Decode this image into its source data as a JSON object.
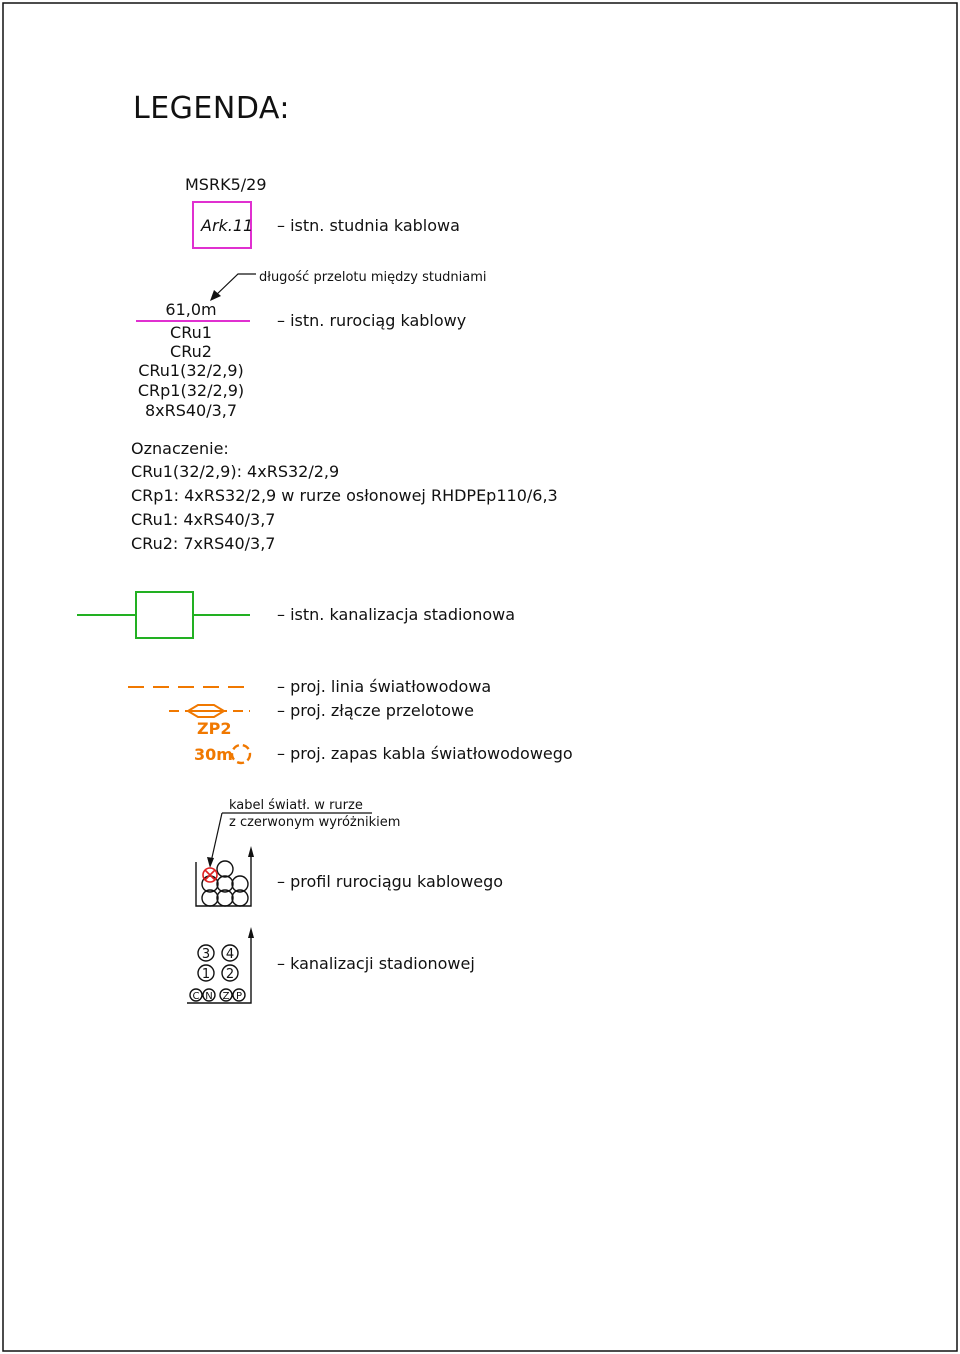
{
  "title": "LEGENDA:",
  "colors": {
    "magenta": "#e030d0",
    "green": "#22b022",
    "orange": "#f07800",
    "red": "#e02020",
    "ink": "#111111"
  },
  "well": {
    "name": "MSRK5/29",
    "box_label": "Ark.11",
    "desc": "– istn. studnia kablowa"
  },
  "span_note": "długość przelotu między studniami",
  "conduit": {
    "length": "61,0m",
    "lines": [
      "CRu1",
      "CRu2",
      "CRu1(32/2,9)",
      "CRp1(32/2,9)",
      "8xRS40/3,7"
    ],
    "desc": "– istn. rurociąg kablowy"
  },
  "notation": {
    "heading": "Oznaczenie:",
    "rows": [
      "CRu1(32/2,9): 4xRS32/2,9",
      "CRp1: 4xRS32/2,9 w rurze osłonowej RHDPEp110/6,3",
      "CRu1: 4xRS40/3,7",
      "CRu2: 7xRS40/3,7"
    ]
  },
  "stadium_duct": {
    "desc": "– istn. kanalizacja stadionowa"
  },
  "fiber_line": {
    "desc": "– proj. linia światłowodowa"
  },
  "splice": {
    "label": "ZP2",
    "desc": "– proj. złącze przelotowe"
  },
  "reserve": {
    "label": "30m",
    "desc": "– proj. zapas kabla światłowodowego"
  },
  "profile": {
    "note_line1": "kabel światł. w rurze",
    "note_line2": "z czerwonym wyróżnikiem",
    "desc": "– profil rurociągu kablowego"
  },
  "stadium_profile": {
    "top": [
      "3",
      "4"
    ],
    "bottom": [
      "1",
      "2"
    ],
    "base": [
      "C",
      "N",
      "Z",
      "P"
    ],
    "desc": "– kanalizacji stadionowej"
  }
}
